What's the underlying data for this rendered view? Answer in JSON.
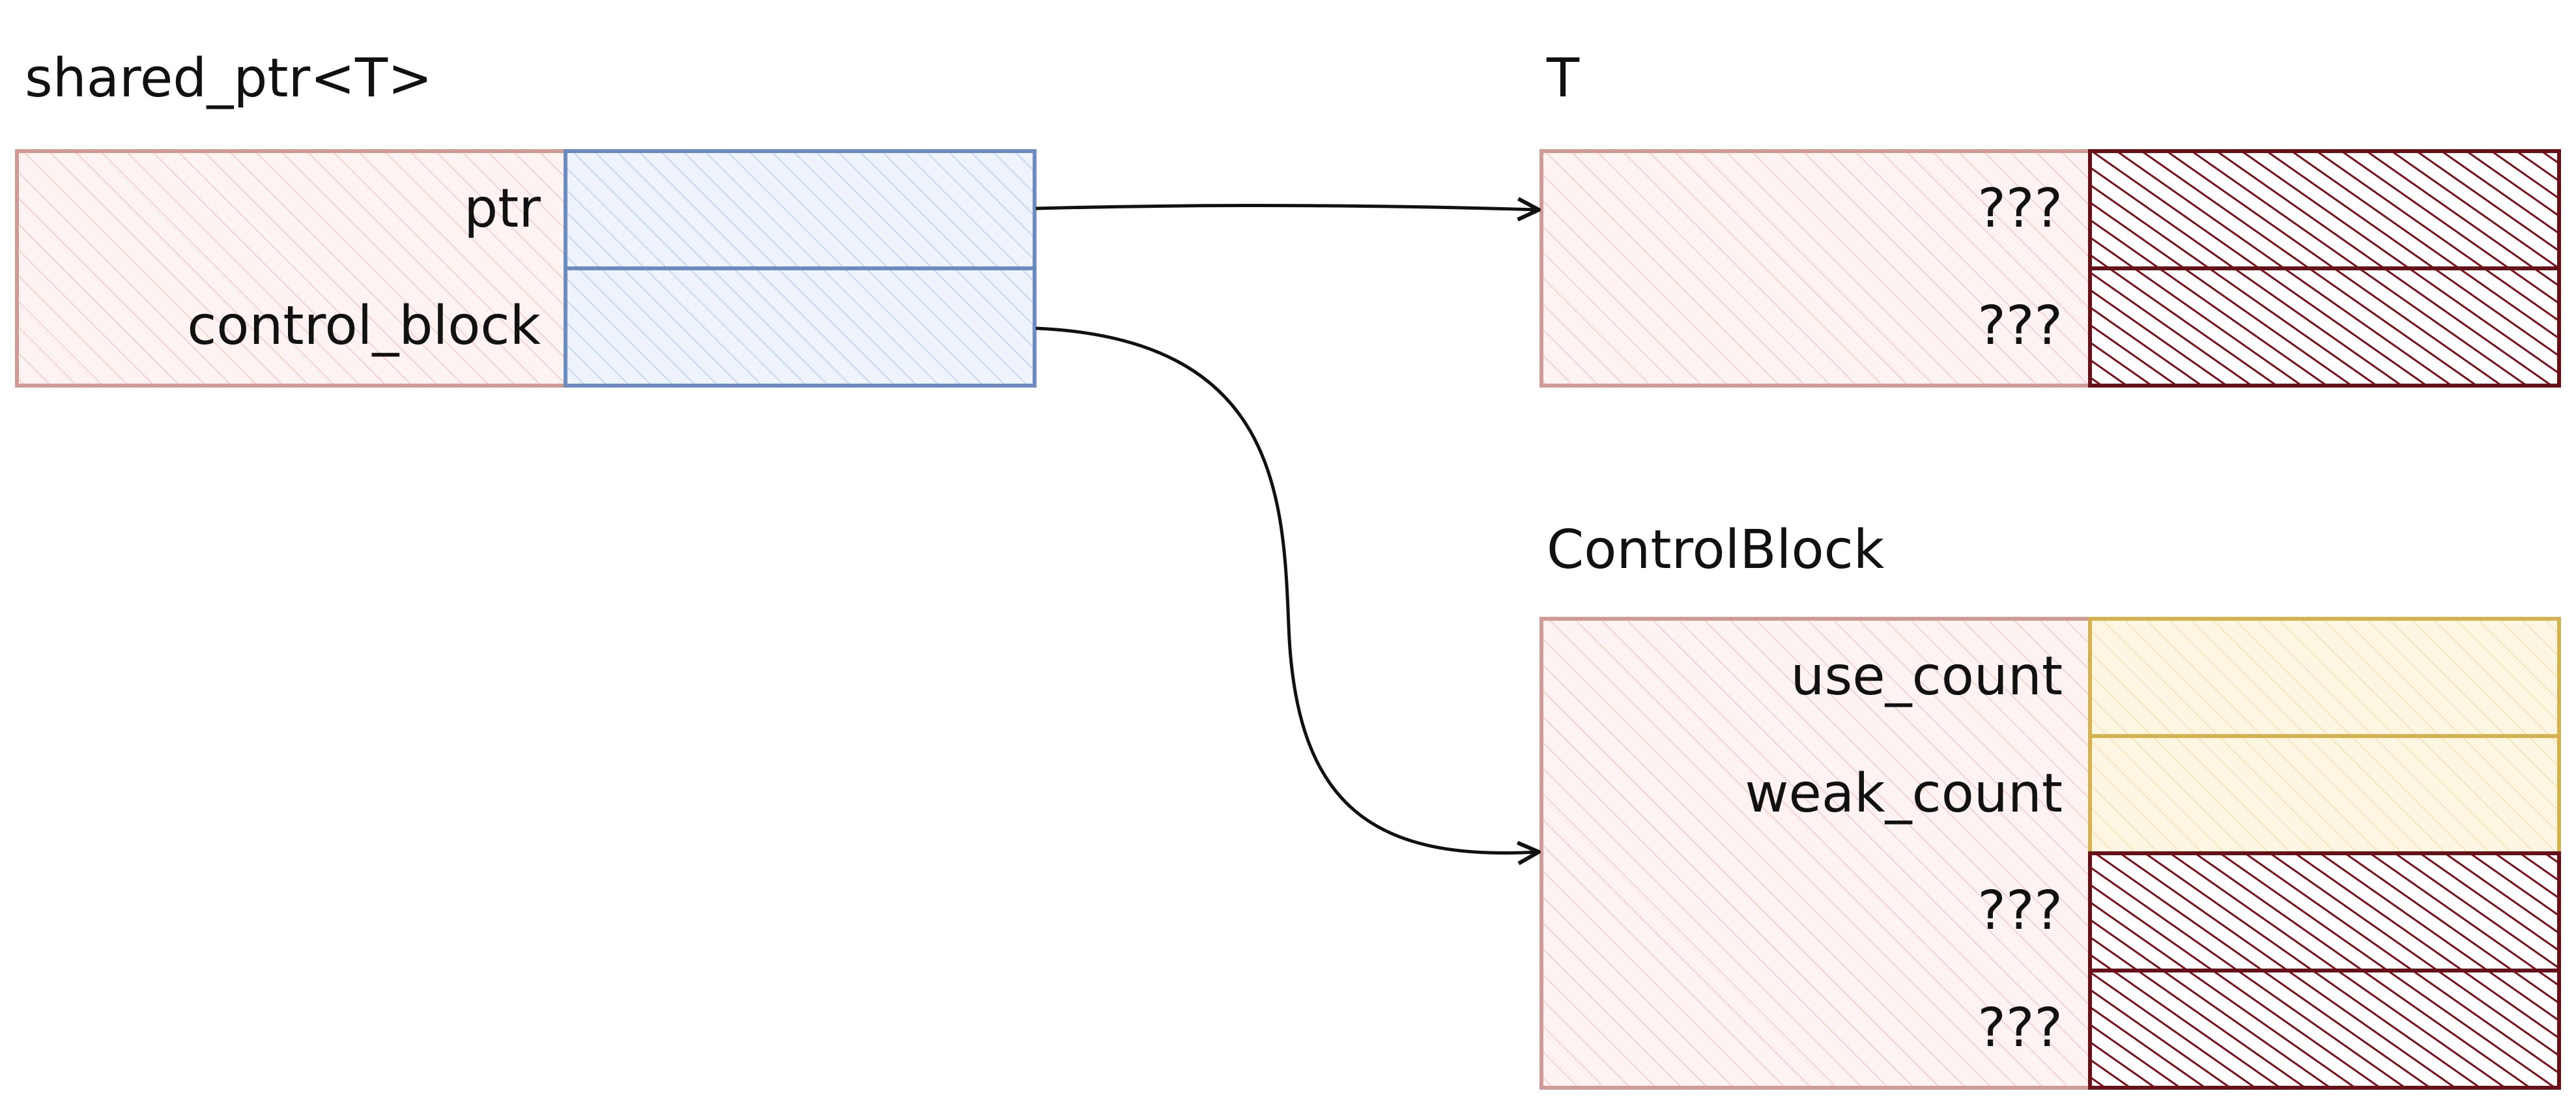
{
  "structs": {
    "shared_ptr": {
      "title": "shared_ptr<T>",
      "fields": [
        "ptr",
        "control_block"
      ]
    },
    "t": {
      "title": "T",
      "fields": [
        "???",
        "???"
      ]
    },
    "control_block": {
      "title": "ControlBlock",
      "fields": [
        "use_count",
        "weak_count",
        "???",
        "???"
      ]
    }
  },
  "colors": {
    "struct_border": "#d29a94",
    "struct_fill": "#fbe3e1",
    "pointer_cell": "#6b8cc2",
    "unknown_cell": "#6b0f16",
    "counter_cell": "#d6b24f",
    "arrow": "#111111"
  }
}
